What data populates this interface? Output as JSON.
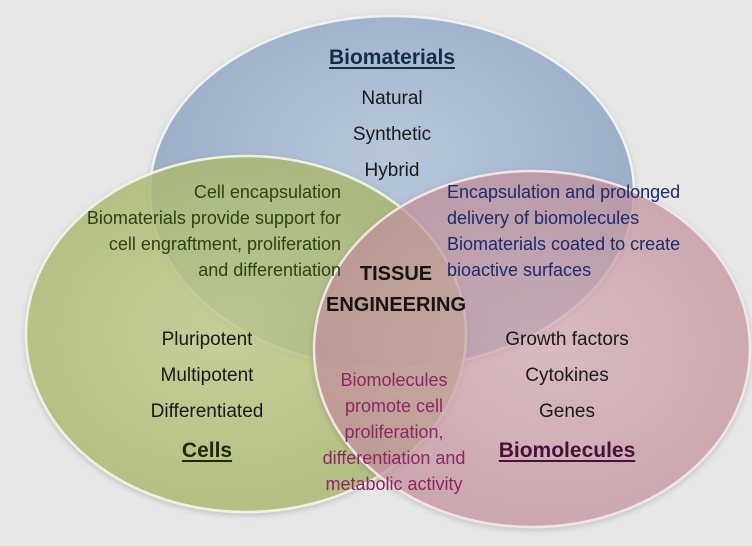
{
  "colors": {
    "background": "#e7e7e7",
    "biomaterials_circle": "#a3b5cc",
    "cells_circle": "#b3c07a",
    "biomolecules_circle": "#cf9ea8",
    "cells_overlap_text": "#2c4212",
    "biomaterials_overlap_text": "#1c2b6a",
    "biomolecules_overlap_text": "#8c2666",
    "biomolecules_heading": "#4a0f3a",
    "cells_heading": "#1f2a08",
    "biomaterials_heading": "#152b4a"
  },
  "biomaterials": {
    "heading": "Biomaterials",
    "items": [
      "Natural",
      "Synthetic",
      "Hybrid"
    ]
  },
  "cells": {
    "heading": "Cells",
    "items": [
      "Pluripotent",
      "Multipotent",
      "Differentiated"
    ]
  },
  "biomolecules": {
    "heading": "Biomolecules",
    "items": [
      "Growth factors",
      "Cytokines",
      "Genes"
    ]
  },
  "cells_biomaterials_overlap": {
    "lines": [
      "Cell encapsulation",
      "Biomaterials provide support for",
      "cell engraftment, proliferation",
      "and differentiation"
    ]
  },
  "biomaterials_biomolecules_overlap": {
    "lines": [
      "Encapsulation and prolonged",
      "delivery of biomolecules",
      "Biomaterials coated to create",
      "bioactive surfaces"
    ]
  },
  "cells_biomolecules_overlap": {
    "lines": [
      "Biomolecules",
      "promote cell",
      "proliferation,",
      "differentiation and",
      "metabolic activity"
    ]
  },
  "center": {
    "lines": [
      "TISSUE",
      "ENGINEERING"
    ]
  }
}
